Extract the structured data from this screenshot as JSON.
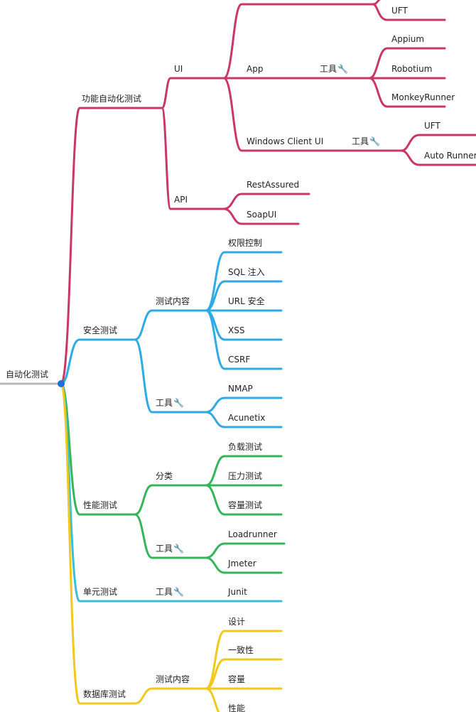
{
  "colors": {
    "root": "#b8b8b8",
    "functional": "#c9376a",
    "security": "#2eaae6",
    "performance": "#34b55a",
    "unit": "#39bfd6",
    "database": "#f2c81c",
    "root_dot": "#1a6fe0"
  },
  "wrench": "🔧",
  "nodes": {
    "root": "自动化测试",
    "functional": "功能自动化测试",
    "ui": "UI",
    "app": "App",
    "app_tool": "工具",
    "uft_top": "UFT",
    "appium": "Appium",
    "robotium": "Robotium",
    "monkeyrunner": "MonkeyRunner",
    "win_ui": "Windows Client UI",
    "win_tool": "工具",
    "win_uft": "UFT",
    "autorunner": "Auto Runner",
    "api": "API",
    "restassured": "RestAssured",
    "soapui": "SoapUI",
    "security": "安全测试",
    "sec_content": "测试内容",
    "perm": "权限控制",
    "sqli": "SQL 注入",
    "url": "URL 安全",
    "xss": "XSS",
    "csrf": "CSRF",
    "sec_tool": "工具",
    "nmap": "NMAP",
    "acunetix": "Acunetix",
    "performance": "性能测试",
    "category": "分类",
    "load": "负载测试",
    "stress": "压力测试",
    "capacity_test": "容量测试",
    "perf_tool": "工具",
    "loadrunner": "Loadrunner",
    "jmeter": "Jmeter",
    "unit": "单元测试",
    "unit_tool": "工具",
    "junit": "Junit",
    "database": "数据库测试",
    "db_content": "测试内容",
    "design": "设计",
    "consistency": "一致性",
    "capacity": "容量",
    "db_perf": "性能"
  }
}
